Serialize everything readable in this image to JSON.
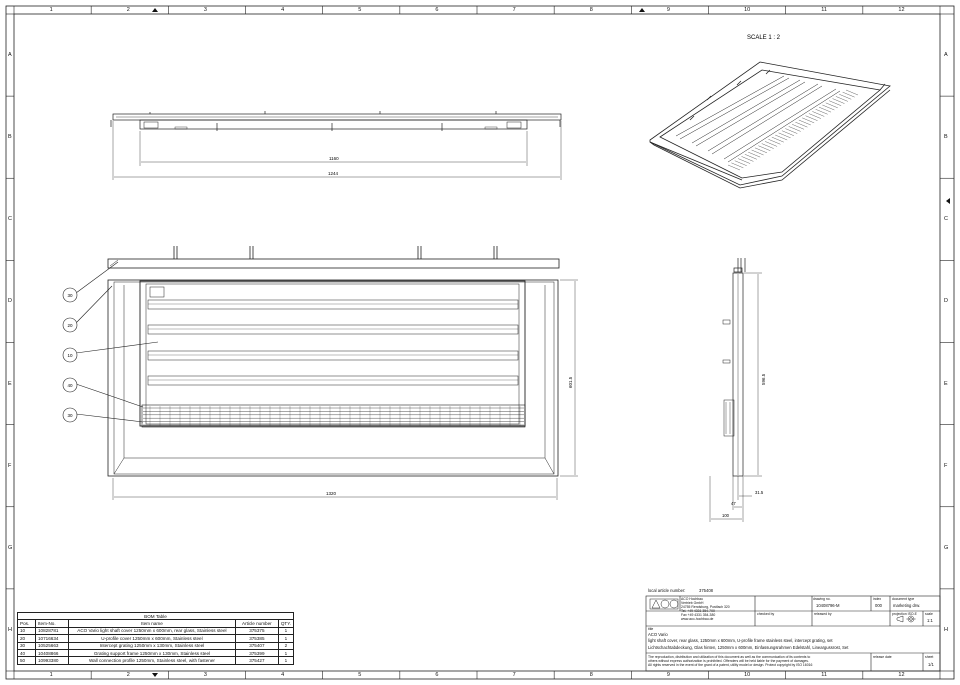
{
  "frame": {
    "columns": [
      "1",
      "2",
      "3",
      "4",
      "5",
      "6",
      "7",
      "8",
      "9",
      "10",
      "11",
      "12"
    ],
    "rows": [
      "A",
      "B",
      "C",
      "D",
      "E",
      "F",
      "G",
      "H"
    ]
  },
  "views": {
    "scale_label": "SCALE 1 : 2",
    "top_dim_inner": "1160",
    "top_dim_outer": "1244",
    "front_dim_width": "1320",
    "front_dim_height": "601.5",
    "side_dim_height": "596.5",
    "side_dim_a": "31.5",
    "side_dim_b": "47",
    "side_dim_c": "100",
    "balloons": [
      "30",
      "20",
      "10",
      "40",
      "30"
    ]
  },
  "bom": {
    "title": "BOM Table",
    "headers": [
      "Pos.",
      "Item-No.",
      "Item name",
      "Article number",
      "QTY."
    ],
    "rows": [
      [
        "10",
        "10828781",
        "ACO Vario light shaft cover 1250mm x 600mm, rear glass, Stainless steel",
        "375375",
        "1"
      ],
      [
        "20",
        "10716634",
        "U-profile cover 1250mm x 600mm, Stainless steel",
        "375385",
        "1"
      ],
      [
        "30",
        "10525663",
        "Intercept grating 1250mm x 130mm, Stainless steel",
        "375407",
        "2"
      ],
      [
        "40",
        "10408866",
        "Grating support frame 1250mm x 130mm, Stainless steel",
        "375399",
        "1"
      ],
      [
        "50",
        "10993380",
        "Wall connection profile 1250mm, Stainless steel, with fastener",
        "375427",
        "1"
      ]
    ]
  },
  "title_block": {
    "local_article_label": "local article number:",
    "local_article_number": "375408",
    "company_lines": [
      "ACO Hochbau",
      "Vertrieb GmbH",
      "24755 Rendsburg, Postfach 320",
      "Tel. +49 4331 354-700",
      "Fax +49 4331 354-380",
      "www.aco-hochbau.de"
    ],
    "drawing_no_label": "drawing no.",
    "drawing_no": "10408796-M",
    "index_label": "index",
    "index": "000",
    "doc_type_label": "document type",
    "doc_type": "marketing drw.",
    "checked_by_label": "checked by",
    "released_by_label": "released by",
    "projection_label": "projection ISO-E",
    "scale_label": "scale",
    "scale": "1:1",
    "title_label": "title",
    "title_line1": "ACO Vario",
    "title_line2": "light shaft cover, rear glass, 1250mm x 600mm, U-profile frame stainless steel, intercept grating, set",
    "title_line3": "Lichtschachtabdeckung, Glas hinten, 1250mm x 600mm, Einfassungsrahmen Edelstahl, Lineargussrost, Set",
    "copyright1": "The reproduction, distribution and utilization of this document as well as the communication of its contents to",
    "copyright2": "others without express authorization is prohibited. Offenders will be held liable for the payment of damages.",
    "copyright3": "All rights reserved in the event of the grant of a patent, utility model or design. Protect copyright by ISO 16016",
    "release_date_label": "release date",
    "sheet_label": "sheet",
    "sheet": "1/1"
  }
}
